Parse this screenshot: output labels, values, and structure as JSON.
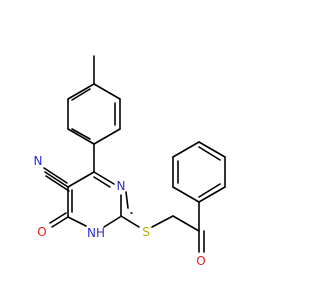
{
  "colors": {
    "bond": "#000000",
    "carbon": "#000000",
    "nitrogen": "#2d2dcf",
    "oxygen": "#e0201b",
    "sulfur": "#b8b000"
  },
  "labels": {
    "nitrile_n": "N",
    "ring_n": "N",
    "nh": "NH",
    "enol_o": "O",
    "sulfur": "S",
    "ketone_o": "O"
  }
}
